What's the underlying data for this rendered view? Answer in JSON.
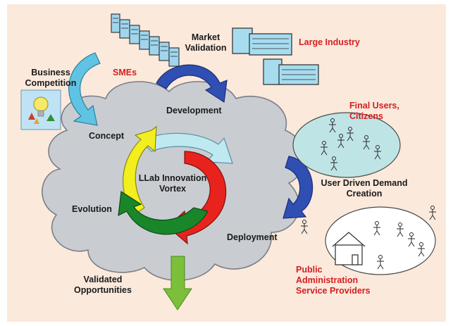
{
  "diagram": {
    "center": "LLab Innovation Vortex",
    "stages": {
      "concept": "Concept",
      "development": "Development",
      "evolution": "Evolution",
      "deployment": "Deployment"
    },
    "actors": {
      "business_competition": "Business Competition",
      "smes": "SMEs",
      "market_validation": "Market Validation",
      "large_industry": "Large Industry",
      "final_users": "Final Users, Citizens",
      "user_driven": "User Driven Demand Creation",
      "public_admin": "Public Administration Service Providers",
      "validated": "Validated Opportunities"
    },
    "colors": {
      "background": "#fbe9dc",
      "cloud": "#c9cdd2",
      "cycle_yellow": "#f3ee1e",
      "cycle_red": "#e8231d",
      "cycle_green": "#19862a",
      "cycle_lightblue": "#bfe9f1",
      "arrow_blue": "#2f4fb3",
      "arrow_cyan": "#5fc3e3",
      "arrow_output": "#7bbf3a",
      "users_ellipse": "#bfe4e6",
      "label_red": "#d21f1f"
    }
  }
}
